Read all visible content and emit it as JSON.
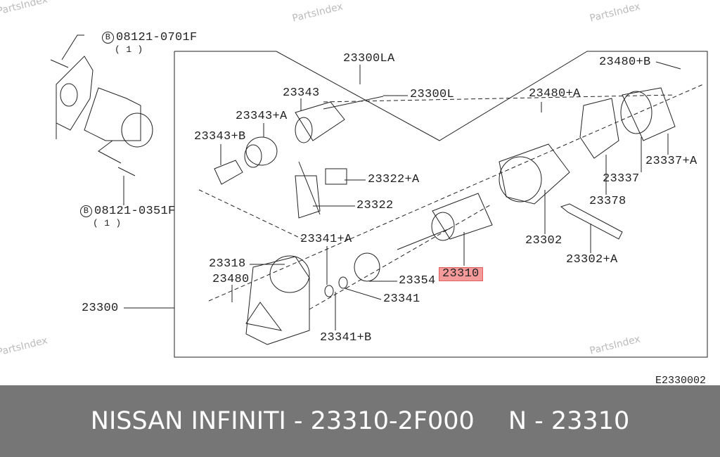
{
  "watermark": "PartsIndex",
  "labels": {
    "bolt_top": {
      "marker": "B",
      "part": "08121-0701F",
      "qty": "( 1 )"
    },
    "bolt_bottom": {
      "marker": "B",
      "part": "08121-0351F",
      "qty": "( 1 )"
    },
    "p23300LA": "23300LA",
    "p23343": "23343",
    "p23300L": "23300L",
    "p23343A": "23343+A",
    "p23343B": "23343+B",
    "p23322A": "23322+A",
    "p23322": "23322",
    "p23341A": "23341+A",
    "p23318": "23318",
    "p23480": "23480",
    "p23300": "23300",
    "p23354": "23354",
    "p23310": "23310",
    "p23341": "23341",
    "p23341B": "23341+B",
    "p23480A": "23480+A",
    "p23480B": "23480+B",
    "p23337A": "23337+A",
    "p23337": "23337",
    "p23378": "23378",
    "p23302": "23302",
    "p23302A": "23302+A"
  },
  "diagram_code": "E2330002",
  "footer": {
    "title": "NISSAN INFINITI - 23310-2F000",
    "ref": "N - 23310"
  },
  "colors": {
    "highlight": "#f59a9a",
    "footer_bg": "#767676"
  }
}
